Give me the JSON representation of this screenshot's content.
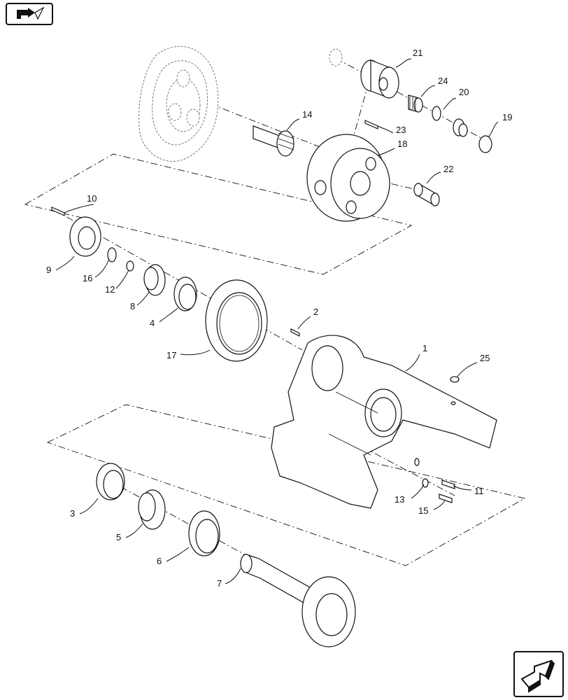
{
  "callouts": [
    {
      "id": "c1",
      "label": "1"
    },
    {
      "id": "c2",
      "label": "2"
    },
    {
      "id": "c3",
      "label": "3"
    },
    {
      "id": "c4",
      "label": "4"
    },
    {
      "id": "c5",
      "label": "5"
    },
    {
      "id": "c6",
      "label": "6"
    },
    {
      "id": "c7",
      "label": "7"
    },
    {
      "id": "c8",
      "label": "8"
    },
    {
      "id": "c9",
      "label": "9"
    },
    {
      "id": "c10",
      "label": "10"
    },
    {
      "id": "c11",
      "label": "11"
    },
    {
      "id": "c12",
      "label": "12"
    },
    {
      "id": "c13",
      "label": "13"
    },
    {
      "id": "c14",
      "label": "14"
    },
    {
      "id": "c15",
      "label": "15"
    },
    {
      "id": "c16",
      "label": "16"
    },
    {
      "id": "c17",
      "label": "17"
    },
    {
      "id": "c18",
      "label": "18"
    },
    {
      "id": "c19",
      "label": "19"
    },
    {
      "id": "c20",
      "label": "20"
    },
    {
      "id": "c21",
      "label": "21"
    },
    {
      "id": "c22",
      "label": "22"
    },
    {
      "id": "c23",
      "label": "23"
    },
    {
      "id": "c24",
      "label": "24"
    },
    {
      "id": "c25",
      "label": "25"
    }
  ],
  "navigation": {
    "previous_icon": "previous-page-arrow-icon",
    "next_icon": "next-page-arrow-icon"
  }
}
